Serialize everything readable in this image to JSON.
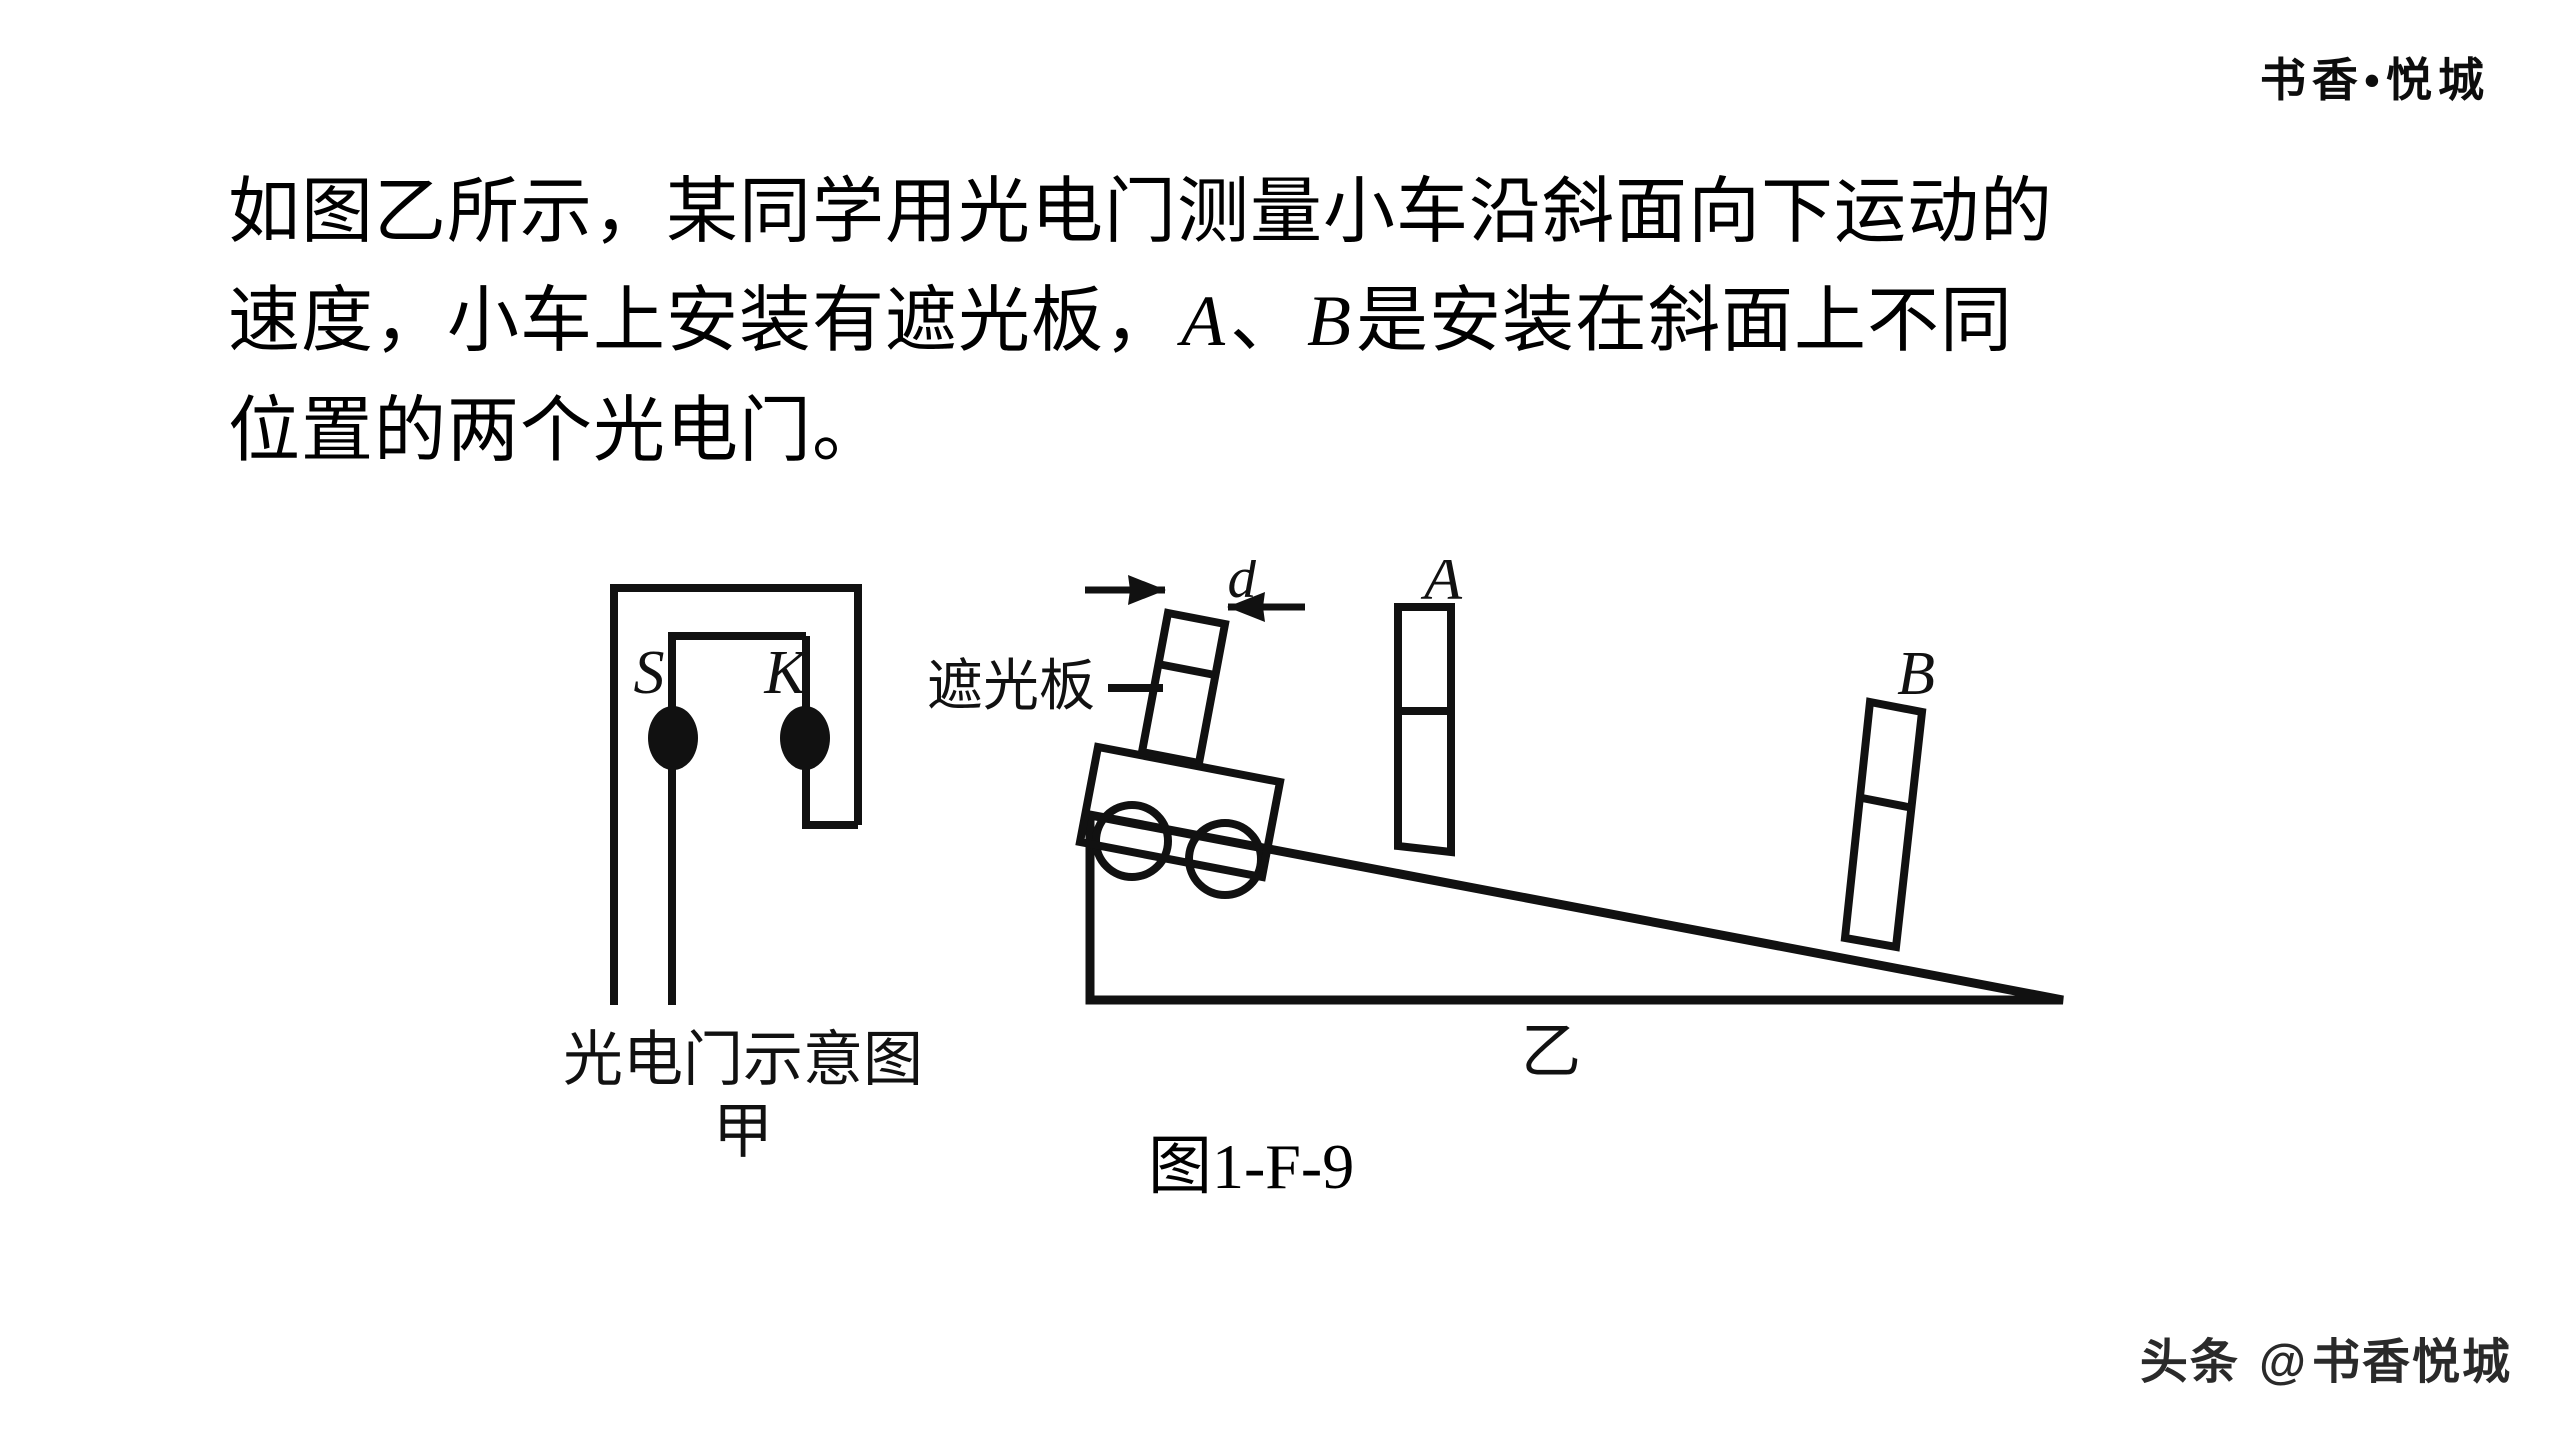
{
  "header": {
    "brand": "书香•悦城"
  },
  "problem": {
    "line1": "如图乙所示，某同学用光电门测量小车沿斜面向下运动的",
    "line2_a": "速度，小车上安装有遮光板，",
    "var_a": "A",
    "line2_b": "、",
    "var_b": "B",
    "line2_c": "是安装在斜面上不同",
    "line3": "位置的两个光电门。"
  },
  "figure": {
    "gate_schematic": {
      "label_s": "S",
      "label_k": "K",
      "caption": "光电门示意图",
      "sub_caption": "甲"
    },
    "incline": {
      "shade_plate_label": "遮光板",
      "gap_label": "d",
      "gate_a_label": "A",
      "gate_b_label": "B",
      "caption": "乙"
    },
    "figure_number": "图1-F-9"
  },
  "footer": {
    "source": "头条",
    "at": "@",
    "account": "书香悦城"
  },
  "colors": {
    "ink": "#000000",
    "line": "#1a1a1a",
    "page_background": "#ffffff"
  }
}
